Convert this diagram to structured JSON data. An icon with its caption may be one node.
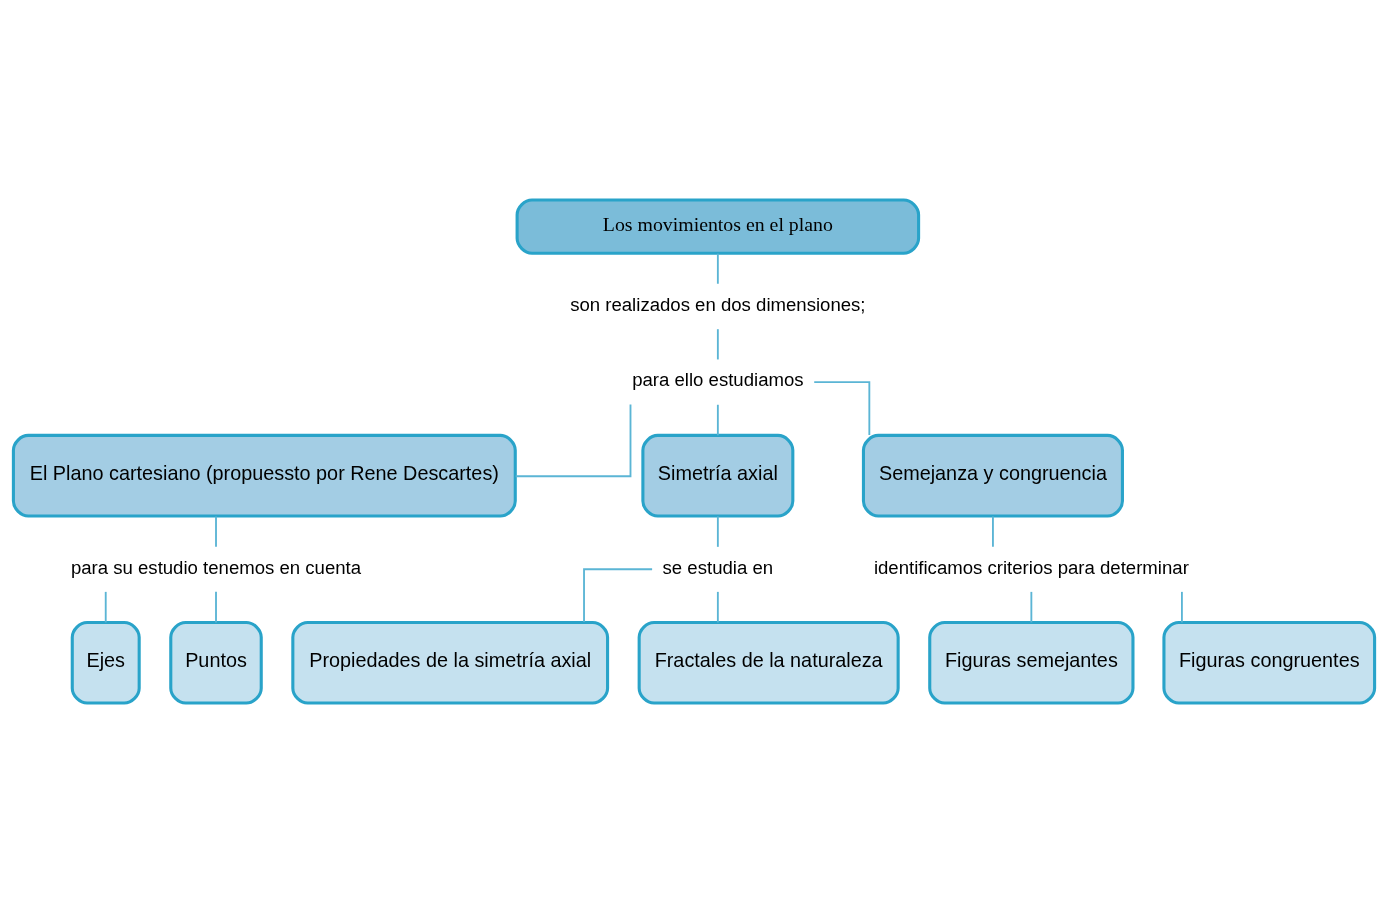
{
  "diagram": {
    "nodes": [
      {
        "text": [
          "Los movimientos en el plano"
        ]
      },
      {
        "text": [
          "son realizados en dos dimensiones;"
        ]
      },
      {
        "text": [
          "para ello estudiamos"
        ]
      },
      {
        "text": [
          "El Plano cartesiano (propuessto por Rene Descartes)"
        ]
      },
      {
        "text": [
          "Simetría axial"
        ]
      },
      {
        "text": [
          "Semejanza y congruencia"
        ]
      },
      {
        "text": [
          "para su estudio tenemos en cuenta"
        ]
      },
      {
        "text": [
          "se estudia en"
        ]
      },
      {
        "text": [
          "identificamos criterios para determinar"
        ]
      },
      {
        "text": [
          "Ejes"
        ]
      },
      {
        "text": [
          "Puntos"
        ]
      },
      {
        "text": [
          "Propiedades de la simetría axial"
        ]
      },
      {
        "text": [
          "Fractales de la naturaleza"
        ]
      },
      {
        "text": [
          "Figuras semejantes"
        ]
      },
      {
        "text": [
          "Figuras congruentes"
        ]
      }
    ],
    "edges": [
      {
        "from": 0,
        "to": 1,
        "arrow": "none"
      },
      {
        "from": 1,
        "to": 2,
        "arrow": "none"
      },
      {
        "from": 2,
        "to": 3,
        "arrow": "none"
      },
      {
        "from": 2,
        "to": 4,
        "arrow": "none"
      },
      {
        "from": 2,
        "to": 5,
        "arrow": "none"
      },
      {
        "from": 3,
        "to": 6,
        "arrow": "none"
      },
      {
        "from": 4,
        "to": 7,
        "arrow": "none"
      },
      {
        "from": 5,
        "to": 8,
        "arrow": "none"
      },
      {
        "from": 6,
        "to": 9,
        "arrow": "none"
      },
      {
        "from": 6,
        "to": 10,
        "arrow": "none"
      },
      {
        "from": 7,
        "to": 11,
        "arrow": "none"
      },
      {
        "from": 7,
        "to": 12,
        "arrow": "none"
      },
      {
        "from": 8,
        "to": 13,
        "arrow": "none"
      },
      {
        "from": 8,
        "to": 14,
        "arrow": "none"
      }
    ]
  }
}
